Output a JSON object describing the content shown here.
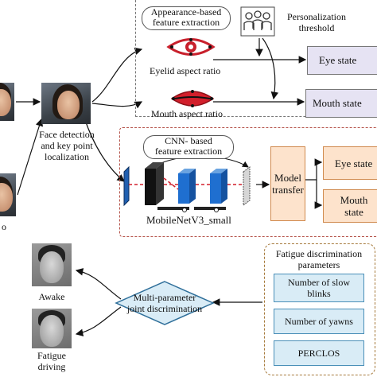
{
  "left_cropped_label": "o",
  "face_detection_label": [
    "Face detection",
    "and key point",
    "localization"
  ],
  "appearance": {
    "title": [
      "Appearance-based",
      "feature extraction"
    ],
    "personalization": [
      "Personalization",
      "threshold"
    ],
    "eyelid_label": "Eyelid aspect ratio",
    "mouth_label": "Mouth aspect ratio",
    "eye_state": "Eye state",
    "mouth_state": "Mouth state"
  },
  "cnn": {
    "title": [
      "CNN- based",
      "feature extraction"
    ],
    "network_label": "MobileNetV3_small",
    "model_transfer": [
      "Model",
      "transfer"
    ],
    "eye_state": "Eye state",
    "mouth_state": "Mouth state"
  },
  "fatigue_params": {
    "title": [
      "Fatigue discrimination",
      "parameters"
    ],
    "items": [
      [
        "Number of slow",
        "blinks"
      ],
      [
        "Number of yawns"
      ],
      [
        "PERCLOS"
      ]
    ]
  },
  "decision": [
    "Multi-parameter",
    "joint discrimination"
  ],
  "outcomes": {
    "awake": "Awake",
    "fatigue": [
      "Fatigue",
      "driving"
    ]
  },
  "colors": {
    "appearance_border": "#777777",
    "cnn_border": "#b5534a",
    "params_border": "#a67a3c",
    "state_fill": "#e6e3f3",
    "orange_fill": "#fde3cc",
    "blue_fill": "#d9ecf6",
    "diamond_fill": "#d9ecf6"
  }
}
